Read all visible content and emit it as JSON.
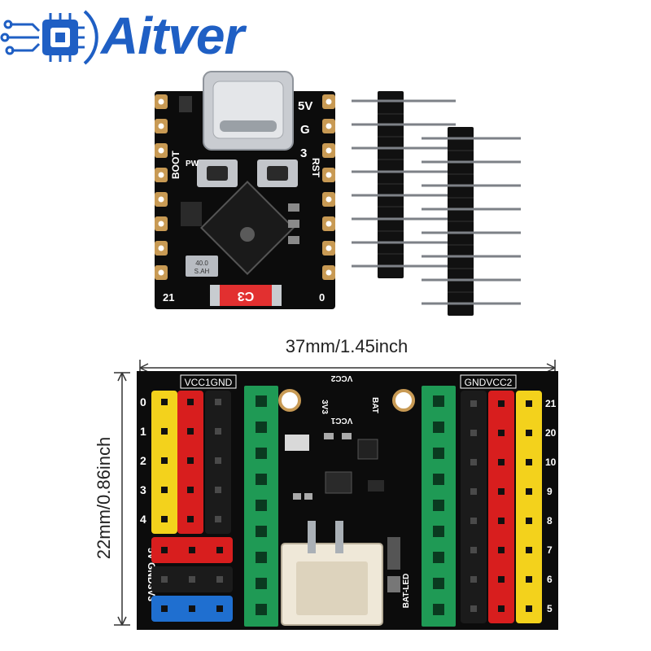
{
  "brand": {
    "name": "Aitver",
    "color": "#1f5fc4"
  },
  "top_board": {
    "silkscreen": {
      "pin_5v": "5V",
      "pin_g": "G",
      "pin_3": "3",
      "boot": "BOOT",
      "rst": "RST",
      "pw": "PW",
      "pin_21": "21",
      "pin_0": "0",
      "chip_label": "C3",
      "crystal_line1": "40.0",
      "crystal_line2": "S.AH"
    }
  },
  "dimensions": {
    "width": "37mm/1.45inch",
    "height": "22mm/0.86inch"
  },
  "expansion_board": {
    "left_header": "VCC1GND",
    "right_header": "GNDVCC2",
    "left_side_label": "5V GND3V3",
    "left_pins": [
      "0",
      "1",
      "2",
      "3",
      "4"
    ],
    "right_pins": [
      "21",
      "20",
      "10",
      "9",
      "8",
      "7",
      "6",
      "5"
    ],
    "center_labels": [
      "VCC2",
      "3V3",
      "BAT",
      "VCC1"
    ],
    "bat_led": "BAT-LED"
  },
  "colors": {
    "pcb": "#0c0c0c",
    "yellow": "#f3d21c",
    "red": "#d81e1e",
    "green": "#1f9a55",
    "blue": "#1f6fd0",
    "gold_pad": "#c89a54"
  }
}
